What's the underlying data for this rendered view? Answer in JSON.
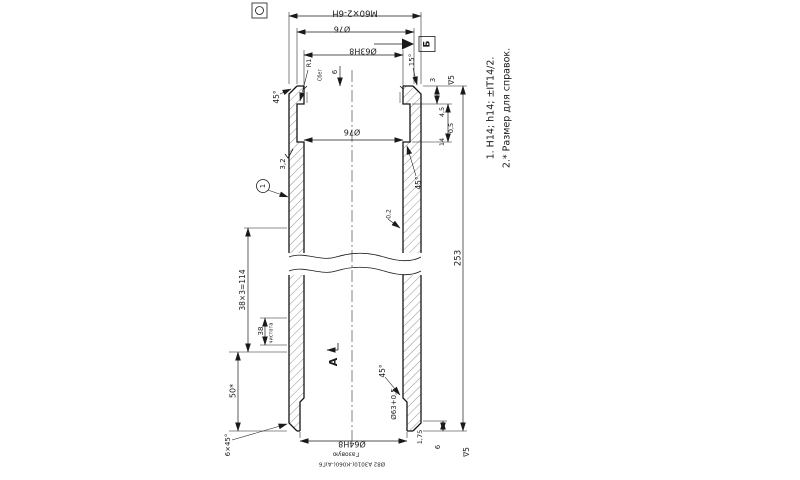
{
  "colors": {
    "ink": "#1a1a1a",
    "paper": "#ffffff"
  },
  "dimensions": {
    "thread": "М60×2-6Н",
    "dia_outer": "Ø76",
    "dia_top": "Ø63Н8",
    "dia_mid": "Ø76",
    "dia_bottom": "Ø64Н8",
    "dia_lead_in": "Ø63+0,5",
    "len_total": "253",
    "len_chain": "38×3=114",
    "len_bottom": "50*",
    "groove_width": "4,5",
    "groove_radius": "0,5",
    "thread_len": "14",
    "step_top": "3",
    "dim_6_top": "6",
    "dim_38": "38",
    "dim_1_75": "1,75",
    "dim_6_bottom": "6"
  },
  "chamfers": {
    "top_left": "45°",
    "mid": "45°",
    "bottom": "45°",
    "bottom_left": "6×45°",
    "top_right_angle": "15°"
  },
  "radii": {
    "r1": "R1"
  },
  "roughness": {
    "left_wall": "3,2",
    "bore": "0,2",
    "top_right": "∇5",
    "bottom_right": "∇5"
  },
  "callouts": {
    "balloon": "1",
    "view_a": "А",
    "view_b": "Б",
    "runout": "Сбег",
    "finish": "чистота"
  },
  "footer": {
    "line1": "Газовую",
    "line2": "Ø82 А3010(-К060(-А)Г6"
  },
  "notes": {
    "line1": "1. Н14; h14; ±IT14/2.",
    "line2": "2.* Размер для справок."
  }
}
